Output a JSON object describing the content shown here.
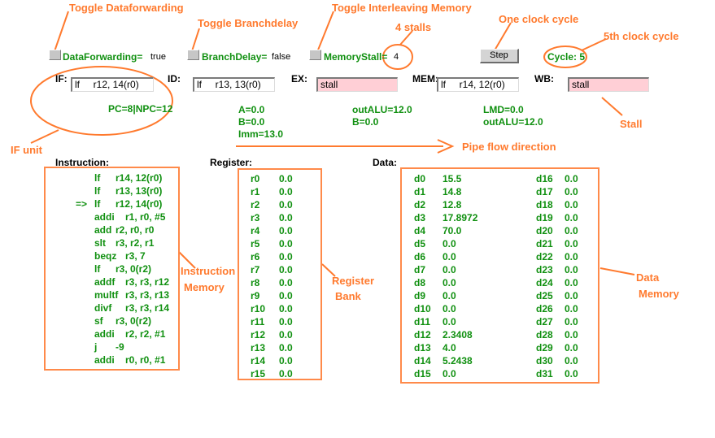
{
  "annotations": {
    "toggle_df": "Toggle Dataforwarding",
    "toggle_bd": "Toggle Branchdelay",
    "toggle_im": "Toggle Interleaving Memory",
    "stalls": "4 stalls",
    "one_cycle": "One clock cycle",
    "fifth_cycle": "5th clock cycle",
    "if_unit": "IF unit",
    "stall": "Stall",
    "pipe_flow": "Pipe flow direction",
    "instr_mem_1": "Instruction",
    "instr_mem_2": "Memory",
    "reg_bank_1": "Register",
    "reg_bank_2": "Bank",
    "data_mem_1": "Data",
    "data_mem_2": "Memory"
  },
  "controls": {
    "df_label": "DataForwarding=",
    "df_value": "true",
    "bd_label": "BranchDelay=",
    "bd_value": "false",
    "ms_label": "MemoryStall=",
    "ms_value": "4",
    "step_label": "Step",
    "cycle": "Cycle: 5"
  },
  "pipeline": {
    "if_label": "IF:",
    "if_value": "lf     r12, 14(r0)",
    "id_label": "ID:",
    "id_value": "lf     r13, 13(r0)",
    "ex_label": "EX:",
    "ex_value": "stall",
    "mem_label": "MEM:",
    "mem_value": "lf     r14, 12(r0)",
    "wb_label": "WB:",
    "wb_value": "stall",
    "if_pc": "PC=8|NPC=12",
    "id_a": "A=0.0",
    "id_b": "B=0.0",
    "id_imm": "Imm=13.0",
    "ex_alu": "outALU=12.0",
    "ex_b": "B=0.0",
    "mem_lmd": "LMD=0.0",
    "mem_alu": "outALU=12.0"
  },
  "headers": {
    "instruction": "Instruction:",
    "register": "Register:",
    "data": "Data:"
  },
  "instructions": [
    {
      "ptr": "",
      "op": "lf",
      "args": "r14, 12(r0)"
    },
    {
      "ptr": "",
      "op": "lf",
      "args": "r13, 13(r0)"
    },
    {
      "ptr": "=>",
      "op": "lf",
      "args": "r12, 14(r0)"
    },
    {
      "ptr": "",
      "op": "addi",
      "args": "r1, r0, #5"
    },
    {
      "ptr": "",
      "op": "add",
      "args": "r2, r0, r0"
    },
    {
      "ptr": "",
      "op": "slt",
      "args": "r3, r2, r1"
    },
    {
      "ptr": "",
      "op": "beqz",
      "args": "r3, 7"
    },
    {
      "ptr": "",
      "op": "lf",
      "args": "r3, 0(r2)"
    },
    {
      "ptr": "",
      "op": "addf",
      "args": "r3, r3, r12"
    },
    {
      "ptr": "",
      "op": "multf",
      "args": "r3, r3, r13"
    },
    {
      "ptr": "",
      "op": "divf",
      "args": "r3, r3, r14"
    },
    {
      "ptr": "",
      "op": "sf",
      "args": "r3, 0(r2)"
    },
    {
      "ptr": "",
      "op": "addi",
      "args": "r2, r2, #1"
    },
    {
      "ptr": "",
      "op": "j",
      "args": "-9"
    },
    {
      "ptr": "",
      "op": "addi",
      "args": "r0, r0, #1"
    }
  ],
  "registers": [
    {
      "n": "r0",
      "v": "0.0"
    },
    {
      "n": "r1",
      "v": "0.0"
    },
    {
      "n": "r2",
      "v": "0.0"
    },
    {
      "n": "r3",
      "v": "0.0"
    },
    {
      "n": "r4",
      "v": "0.0"
    },
    {
      "n": "r5",
      "v": "0.0"
    },
    {
      "n": "r6",
      "v": "0.0"
    },
    {
      "n": "r7",
      "v": "0.0"
    },
    {
      "n": "r8",
      "v": "0.0"
    },
    {
      "n": "r9",
      "v": "0.0"
    },
    {
      "n": "r10",
      "v": "0.0"
    },
    {
      "n": "r11",
      "v": "0.0"
    },
    {
      "n": "r12",
      "v": "0.0"
    },
    {
      "n": "r13",
      "v": "0.0"
    },
    {
      "n": "r14",
      "v": "0.0"
    },
    {
      "n": "r15",
      "v": "0.0"
    }
  ],
  "data_left": [
    {
      "n": "d0",
      "v": "15.5"
    },
    {
      "n": "d1",
      "v": "14.8"
    },
    {
      "n": "d2",
      "v": "12.8"
    },
    {
      "n": "d3",
      "v": "17.8972"
    },
    {
      "n": "d4",
      "v": "70.0"
    },
    {
      "n": "d5",
      "v": "0.0"
    },
    {
      "n": "d6",
      "v": "0.0"
    },
    {
      "n": "d7",
      "v": "0.0"
    },
    {
      "n": "d8",
      "v": "0.0"
    },
    {
      "n": "d9",
      "v": "0.0"
    },
    {
      "n": "d10",
      "v": "0.0"
    },
    {
      "n": "d11",
      "v": "0.0"
    },
    {
      "n": "d12",
      "v": "2.3408"
    },
    {
      "n": "d13",
      "v": "4.0"
    },
    {
      "n": "d14",
      "v": "5.2438"
    },
    {
      "n": "d15",
      "v": "0.0"
    }
  ],
  "data_right": [
    {
      "n": "d16",
      "v": "0.0"
    },
    {
      "n": "d17",
      "v": "0.0"
    },
    {
      "n": "d18",
      "v": "0.0"
    },
    {
      "n": "d19",
      "v": "0.0"
    },
    {
      "n": "d20",
      "v": "0.0"
    },
    {
      "n": "d21",
      "v": "0.0"
    },
    {
      "n": "d22",
      "v": "0.0"
    },
    {
      "n": "d23",
      "v": "0.0"
    },
    {
      "n": "d24",
      "v": "0.0"
    },
    {
      "n": "d25",
      "v": "0.0"
    },
    {
      "n": "d26",
      "v": "0.0"
    },
    {
      "n": "d27",
      "v": "0.0"
    },
    {
      "n": "d28",
      "v": "0.0"
    },
    {
      "n": "d29",
      "v": "0.0"
    },
    {
      "n": "d30",
      "v": "0.0"
    },
    {
      "n": "d31",
      "v": "0.0"
    }
  ],
  "colors": {
    "annotation": "#ff7a2e",
    "value_green": "#109010",
    "stall_bg": "#ffcfd6"
  }
}
